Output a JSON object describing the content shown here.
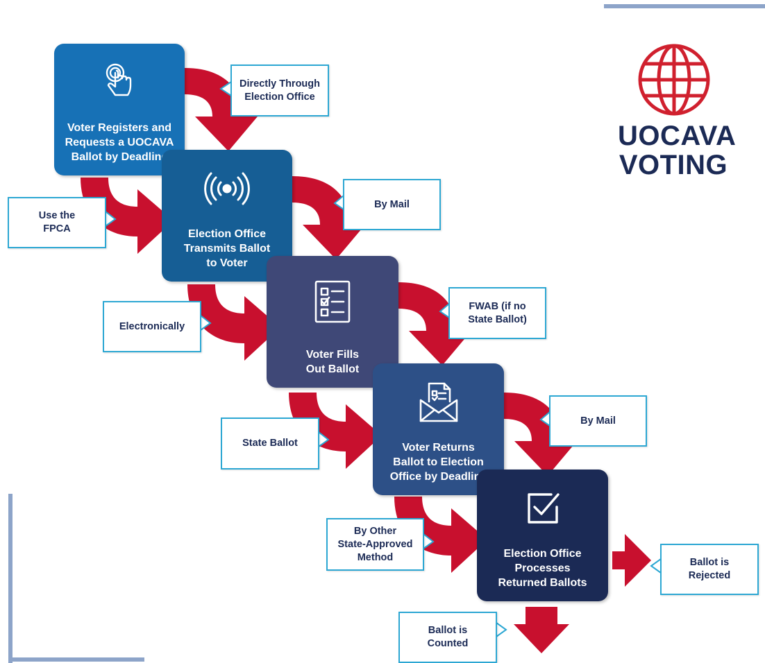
{
  "logo": {
    "line1": "UOCAVA",
    "line2": "VOTING",
    "globe_color": "#d0202e",
    "text_color": "#1b2a55"
  },
  "colors": {
    "arrow": "#c8102e",
    "callout_border": "#2ca7d3",
    "step1": "#1771b6",
    "step2": "#165e95",
    "step3": "#3f4877",
    "step4": "#2d5087",
    "step5": "#1b2a55",
    "deco": "#8da4c9"
  },
  "steps": [
    {
      "id": "register",
      "label": "Voter Registers and\nRequests a UOCAVA\nBallot by Deadline",
      "icon": "touch-icon"
    },
    {
      "id": "transmit",
      "label": "Election Office\nTransmits Ballot\nto Voter",
      "icon": "broadcast-icon"
    },
    {
      "id": "fill",
      "label": "Voter Fills\nOut Ballot",
      "icon": "checklist-icon"
    },
    {
      "id": "return",
      "label": "Voter Returns\nBallot to Election\nOffice by Deadline",
      "icon": "mail-ballot-icon"
    },
    {
      "id": "process",
      "label": "Election Office\nProcesses\nReturned Ballots",
      "icon": "checkbox-icon"
    }
  ],
  "callouts": {
    "directly": "Directly Through\nElection Office",
    "fpca": "Use the\nFPCA",
    "mail1": "By Mail",
    "electronically": "Electronically",
    "fwab": "FWAB (if no\nState Ballot)",
    "state_ballot": "State Ballot",
    "mail2": "By Mail",
    "other_method": "By Other\nState-Approved\nMethod",
    "rejected": "Ballot is\nRejected",
    "counted": "Ballot is\nCounted"
  }
}
